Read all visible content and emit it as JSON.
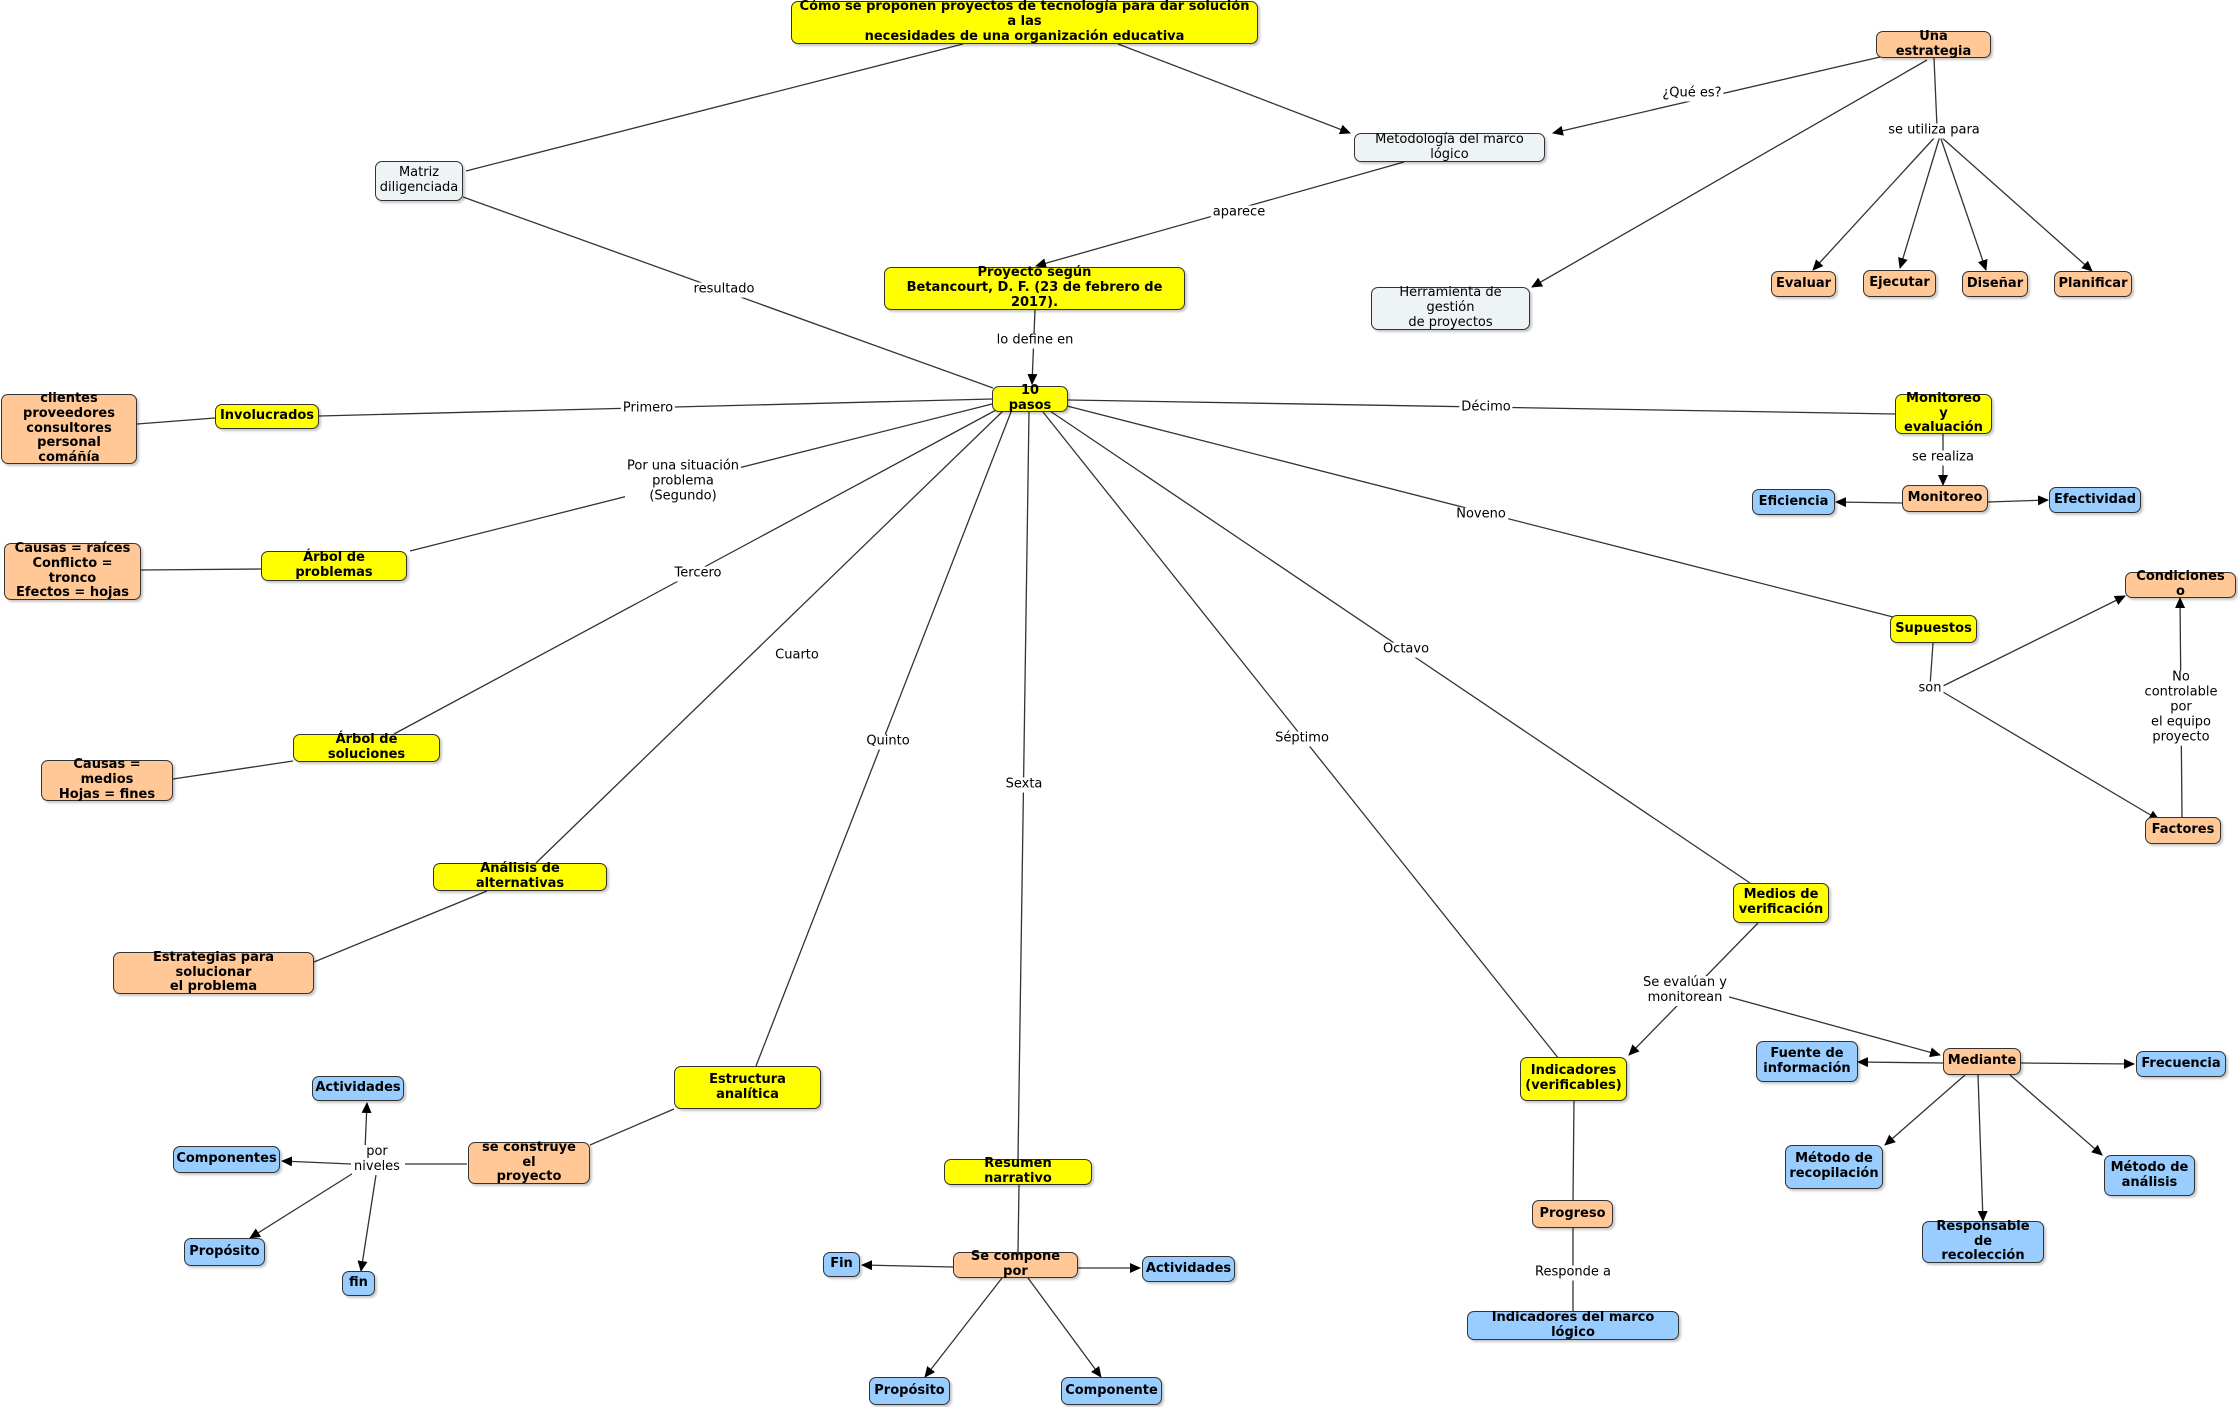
{
  "colors": {
    "yellow": "#ffff00",
    "orange": "#ffc896",
    "blue": "#99ccff",
    "gray": "#eef3f6",
    "line": "#333333"
  },
  "nodes": {
    "title": {
      "text": "Cómo se proponen proyectos de tecnología para dar solución a las\nnecesidades de una organización educativa",
      "color": "yellow"
    },
    "matriz": {
      "text": "Matriz\ndiligenciada",
      "color": "gray"
    },
    "metodologia": {
      "text": "Metodología del marco lógico",
      "color": "gray"
    },
    "estrategia": {
      "text": "Una estrategia",
      "color": "orange"
    },
    "herramienta": {
      "text": "Herramienta de gestión\nde proyectos",
      "color": "gray"
    },
    "evaluar": {
      "text": "Evaluar",
      "color": "orange"
    },
    "ejecutar": {
      "text": "Ejecutar",
      "color": "orange"
    },
    "disenar": {
      "text": "Diseñar",
      "color": "orange"
    },
    "planificar": {
      "text": "Planificar",
      "color": "orange"
    },
    "proyecto": {
      "text": "Proyecto según\nBetancourt, D. F. (23 de febrero de 2017).",
      "color": "yellow"
    },
    "pasos": {
      "text": "10 pasos",
      "color": "yellow"
    },
    "involucrados": {
      "text": "Involucrados",
      "color": "yellow"
    },
    "clientes": {
      "text": "clientes\nproveedores\nconsultores\npersonal comáñía",
      "color": "orange"
    },
    "arbolProb": {
      "text": "Árbol de problemas",
      "color": "yellow"
    },
    "causasRaices": {
      "text": "Causas = raíces\nConflicto = tronco\nEfectos = hojas",
      "color": "orange"
    },
    "arbolSol": {
      "text": "Árbol de soluciones",
      "color": "yellow"
    },
    "causasMedios": {
      "text": "Causas = medios\nHojas = fines",
      "color": "orange"
    },
    "analisis": {
      "text": "Análisis de alternativas",
      "color": "yellow"
    },
    "estrategias": {
      "text": "Estrategias para solucionar\nel problema",
      "color": "orange"
    },
    "estructura": {
      "text": "Estructura analítica",
      "color": "yellow"
    },
    "construye": {
      "text": "se construye el\nproyecto",
      "color": "orange"
    },
    "actividades1": {
      "text": "Actividades",
      "color": "blue"
    },
    "componentes": {
      "text": "Componentes",
      "color": "blue"
    },
    "proposito1": {
      "text": "Propósito",
      "color": "blue"
    },
    "fin1": {
      "text": "fin",
      "color": "blue"
    },
    "resumen": {
      "text": "Resumen narrativo",
      "color": "yellow"
    },
    "compone": {
      "text": "Se compone por",
      "color": "orange"
    },
    "fin2": {
      "text": "Fin",
      "color": "blue"
    },
    "actividades2": {
      "text": "Actividades",
      "color": "blue"
    },
    "proposito2": {
      "text": "Propósito",
      "color": "blue"
    },
    "componente": {
      "text": "Componente",
      "color": "blue"
    },
    "indicadores": {
      "text": "Indicadores\n(verificables)",
      "color": "yellow"
    },
    "progreso": {
      "text": "Progreso",
      "color": "orange"
    },
    "indMarco": {
      "text": "Indicadores del marco lógico",
      "color": "blue"
    },
    "medios": {
      "text": "Medios de\nverificación",
      "color": "yellow"
    },
    "mediante": {
      "text": "Mediante",
      "color": "orange"
    },
    "fuente": {
      "text": "Fuente de\ninformación",
      "color": "blue"
    },
    "frecuencia": {
      "text": "Frecuencia",
      "color": "blue"
    },
    "metRecop": {
      "text": "Método de\nrecopilación",
      "color": "blue"
    },
    "metAnalisis": {
      "text": "Método de\nanálisis",
      "color": "blue"
    },
    "responsable": {
      "text": "Responsable de\nrecolección",
      "color": "blue"
    },
    "supuestos": {
      "text": "Supuestos",
      "color": "yellow"
    },
    "condiciones": {
      "text": "Condiciones o",
      "color": "orange"
    },
    "factores": {
      "text": "Factores",
      "color": "orange"
    },
    "monitoreoEval": {
      "text": "Monitoreo y\nevaluación",
      "color": "yellow"
    },
    "monitoreo": {
      "text": "Monitoreo",
      "color": "orange"
    },
    "eficiencia": {
      "text": "Eficiencia",
      "color": "blue"
    },
    "efectividad": {
      "text": "Efectividad",
      "color": "blue"
    }
  },
  "labels": {
    "queEs": "¿Qué es?",
    "seUtiliza": "se utiliza para",
    "aparece": "aparece",
    "resultado": "resultado",
    "loDefine": "lo define en",
    "primero": "Primero",
    "segundo": "Por una situación\nproblema\n(Segundo)",
    "tercero": "Tercero",
    "cuarto": "Cuarto",
    "quinto": "Quinto",
    "sexta": "Sexta",
    "septimo": "Séptimo",
    "octavo": "Octavo",
    "noveno": "Noveno",
    "decimo": "Décimo",
    "porNiveles": "por\nniveles",
    "seEvaluan": "Se evalúan y\nmonitorean",
    "respondeA": "Responde a",
    "son": "son",
    "noControlable": "No controlable por\nel equipo proyecto",
    "seRealiza": "se realiza"
  }
}
